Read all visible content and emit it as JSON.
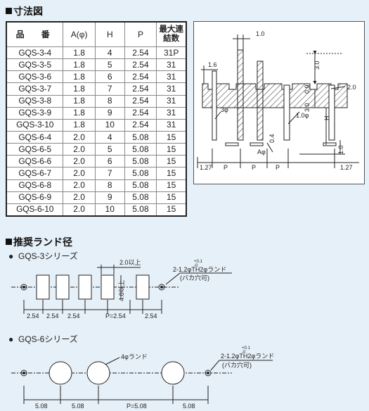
{
  "section1": {
    "title": "寸法図"
  },
  "table": {
    "headers": [
      "品　番",
      "A(φ)",
      "H",
      "P",
      "最大連結数"
    ],
    "rows": [
      [
        "GQS-3-4",
        "1.8",
        "4",
        "2.54",
        "31P"
      ],
      [
        "GQS-3-5",
        "1.8",
        "5",
        "2.54",
        "31"
      ],
      [
        "GQS-3-6",
        "1.8",
        "6",
        "2.54",
        "31"
      ],
      [
        "GQS-3-7",
        "1.8",
        "7",
        "2.54",
        "31"
      ],
      [
        "GQS-3-8",
        "1.8",
        "8",
        "2.54",
        "31"
      ],
      [
        "GQS-3-9",
        "1.8",
        "9",
        "2.54",
        "31"
      ],
      [
        "GQS-3-10",
        "1.8",
        "10",
        "2.54",
        "31"
      ],
      [
        "GQS-6-4",
        "2.0",
        "4",
        "5.08",
        "15"
      ],
      [
        "GQS-6-5",
        "2.0",
        "5",
        "5.08",
        "15"
      ],
      [
        "GQS-6-6",
        "2.0",
        "6",
        "5.08",
        "15"
      ],
      [
        "GQS-6-7",
        "2.0",
        "7",
        "5.08",
        "15"
      ],
      [
        "GQS-6-8",
        "2.0",
        "8",
        "5.08",
        "15"
      ],
      [
        "GQS-6-9",
        "2.0",
        "9",
        "5.08",
        "15"
      ],
      [
        "GQS-6-10",
        "2.0",
        "10",
        "5.08",
        "15"
      ]
    ]
  },
  "drawing": {
    "labels": {
      "d10": "1.0",
      "d16": "1.6",
      "d30a": "3.0",
      "d20": "2.0",
      "d09": "0.9",
      "d30b": "3.0",
      "d3phi": "3φ",
      "d10phi": "1.0φ",
      "dH": "H",
      "d04": "0.4",
      "dAphi": "Aφ",
      "d10b": "1.0",
      "d127a": "1.27",
      "dPa": "P",
      "dPb": "P",
      "dPc": "P",
      "d127b": "1.27"
    }
  },
  "section2": {
    "title": "推奨ランド径"
  },
  "gqs3": {
    "title": "GQS-3シリーズ",
    "label_20": "2.0以上",
    "label_40": "4.0以上",
    "hole_label": "2-1.2φTH2φランド",
    "tol_plus": "+0.1",
    "tol_minus": "-0",
    "hole_note": "(バカ穴可)",
    "pitches": [
      "2.54",
      "2.54",
      "2.54",
      "P=2.54",
      "2.54"
    ]
  },
  "gqs6": {
    "title": "GQS-6シリーズ",
    "land_label": "4φランド",
    "hole_label": "2-1.2φTH2φランド",
    "tol_plus": "+0.1",
    "tol_minus": "-0",
    "hole_note": "(バカ穴可)",
    "pitches": [
      "5.08",
      "5.08",
      "P=5.08",
      "5.08"
    ]
  }
}
